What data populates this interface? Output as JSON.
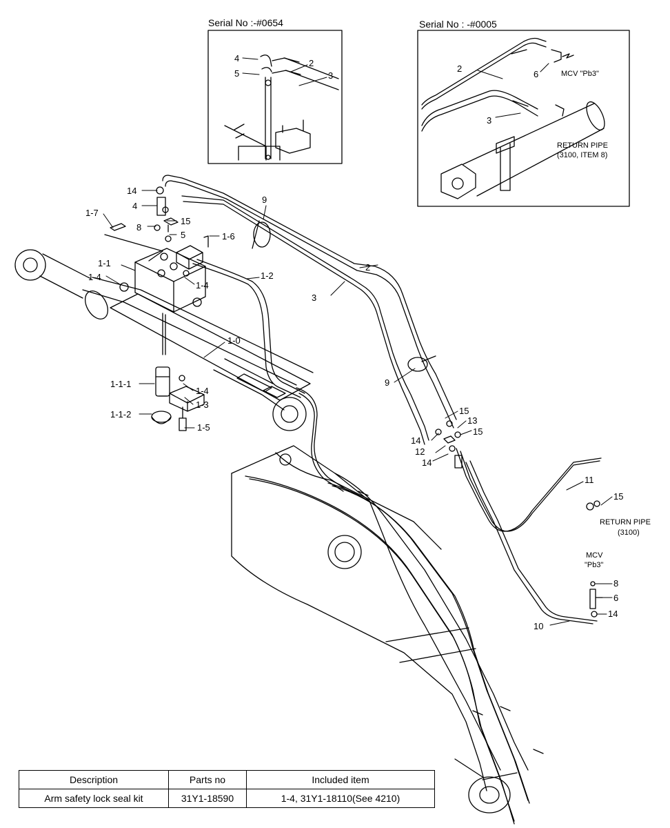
{
  "insets": {
    "left_title": "Serial No :-#0654",
    "right_title": "Serial No : -#0005",
    "right_mcv": "MCV \"Pb3\"",
    "right_return_pipe_line1": "RETURN PIPE",
    "right_return_pipe_line2": "(3100, ITEM 8)"
  },
  "notes": {
    "return_pipe_line1": "RETURN PIPE",
    "return_pipe_line2": "(3100)",
    "mcv_line1": "MCV",
    "mcv_line2": "\"Pb3\""
  },
  "callouts": {
    "c4": "4",
    "c5": "5",
    "c2": "2",
    "c3": "3",
    "c14": "14",
    "c15": "15",
    "c12": "12",
    "c13": "13",
    "c1_7": "1-7",
    "c8": "8",
    "c1_6": "1-6",
    "c9": "9",
    "c1_1": "1-1",
    "c1_4": "1-4",
    "c1_2": "1-2",
    "c1_0": "1-0",
    "c1_1_1": "1-1-1",
    "c1_1_2": "1-1-2",
    "c1_3": "1-3",
    "c1_5": "1-5",
    "c11": "11",
    "c10": "10",
    "c6": "6"
  },
  "table": {
    "headers": [
      "Description",
      "Parts no",
      "Included item"
    ],
    "rows": [
      [
        "Arm safety lock seal kit",
        "31Y1-18590",
        "1-4, 31Y1-18110(See 4210)"
      ]
    ]
  }
}
